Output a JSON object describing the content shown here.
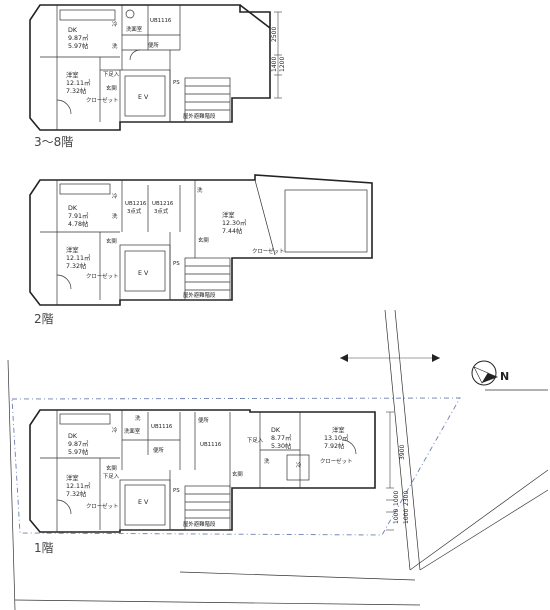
{
  "floors": {
    "f3to8": {
      "label": "3～8階",
      "rooms": {
        "dk": "DK",
        "dk_area1": "9.87㎡",
        "dk_area2": "5.97帖",
        "western": "洋室",
        "western_area1": "12.11㎡",
        "western_area2": "7.32帖",
        "washroom": "洗面室",
        "ub": "UB1116",
        "toilet": "便所",
        "entrance": "玄関",
        "shoebox": "下足入",
        "closet": "クローゼット",
        "ev": "E V",
        "stairs": "屋外避難階段",
        "fridge": "冷",
        "washer": "洗",
        "ps": "PS"
      },
      "dims": [
        "2500",
        "1400",
        "1200"
      ]
    },
    "f2": {
      "label": "2階",
      "rooms": {
        "dk": "DK",
        "dk_area1": "7.91㎡",
        "dk_area2": "4.78帖",
        "ub_a": "UB1216",
        "ub_a_sub": "3点式",
        "ub_b": "UB1216",
        "ub_b_sub": "3点式",
        "western_r": "洋室",
        "western_r_area1": "12.30㎡",
        "western_r_area2": "7.44帖",
        "western": "洋室",
        "western_area1": "12.11㎡",
        "western_area2": "7.32帖",
        "entrance": "玄関",
        "entrance2": "玄関",
        "closet": "クローゼット",
        "closet2": "クローゼット",
        "ev": "E V",
        "stairs": "屋外避難階段",
        "fridge": "冷",
        "washer": "洗",
        "washer2": "洗",
        "ps": "PS"
      }
    },
    "f1": {
      "label": "1階",
      "rooms": {
        "dk": "DK",
        "dk_area1": "9.87㎡",
        "dk_area2": "5.97帖",
        "washroom": "洗面室",
        "ub": "UB1116",
        "toilet": "便所",
        "western": "洋室",
        "western_area1": "12.11㎡",
        "western_area2": "7.32帖",
        "entrance": "玄関",
        "shoebox": "下足入",
        "closet": "クローゼット",
        "ev": "E V",
        "stairs": "屋外避難階段",
        "fridge": "冷",
        "washer": "洗",
        "ub2": "UB1116",
        "toilet2": "便所",
        "entrance2": "玄関",
        "dk2": "DK",
        "dk2_area1": "8.77㎡",
        "dk2_area2": "5.30帖",
        "shoebox2": "下足入",
        "western2": "洋室",
        "western2_area1": "13.10㎡",
        "western2_area2": "7.92帖",
        "closet2": "クローゼット",
        "fridge2": "冷",
        "washer2": "洗",
        "ps": "PS"
      },
      "dims": [
        "3900",
        "1000",
        "1000",
        "2300",
        "1000"
      ]
    }
  },
  "compass_label": "N"
}
